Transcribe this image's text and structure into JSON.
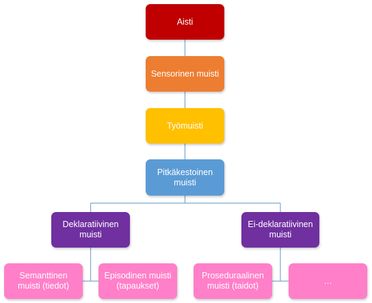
{
  "colors": {
    "aisti": "#c00000",
    "sensorinen": "#ed7d31",
    "tyomuisti": "#ffc000",
    "pitkakestoinen": "#5b9bd5",
    "deklaratiivinen": "#7030a0",
    "leaf": "#ff7fc8",
    "connector": "#7ba7d0"
  },
  "nodes": {
    "aisti": "Aisti",
    "sensorinen": "Sensorinen muisti",
    "tyomuisti": "Työmuisti",
    "pitkakestoinen": "Pitkäkestoinen muisti",
    "deklaratiivinen": "Deklaratiivinen muisti",
    "ei_deklaratiivinen": "Ei-deklaratiivinen muisti",
    "semanttinen": "Semanttinen muisti (tiedot)",
    "episodinen": "Episodinen muisti (tapaukset)",
    "proseduraalinen": "Proseduraalinen muisti (taidot)",
    "more": "…"
  }
}
